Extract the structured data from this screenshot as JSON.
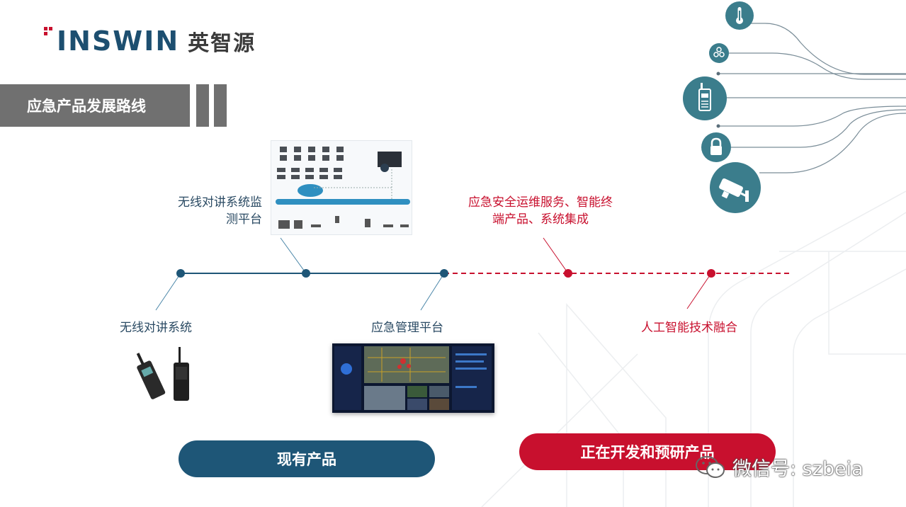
{
  "logo": {
    "word": "INSWIN",
    "cn": "英智源"
  },
  "section_title": "应急产品发展路线",
  "timeline": {
    "done_label_1": "无线对讲系统",
    "done_label_2_line1": "无线对讲系统监",
    "done_label_2_line2": "测平台",
    "done_label_3": "应急管理平台",
    "future_label_1_line1": "应急安全运维服务、智能终",
    "future_label_1_line2": "端产品、系统集成",
    "future_label_2": "人工智能技术融合"
  },
  "buttons": {
    "current": "现有产品",
    "developing": "正在开发和预研产品"
  },
  "watermark": "微信号: szbeia",
  "colors": {
    "blue": "#1e5677",
    "red": "#c8102e",
    "teal": "#3b7d8c",
    "gray": "#707070"
  },
  "icons": [
    "thermometer-icon",
    "atom-icon",
    "walkie-talkie-icon",
    "lock-icon",
    "cctv-camera-icon"
  ]
}
